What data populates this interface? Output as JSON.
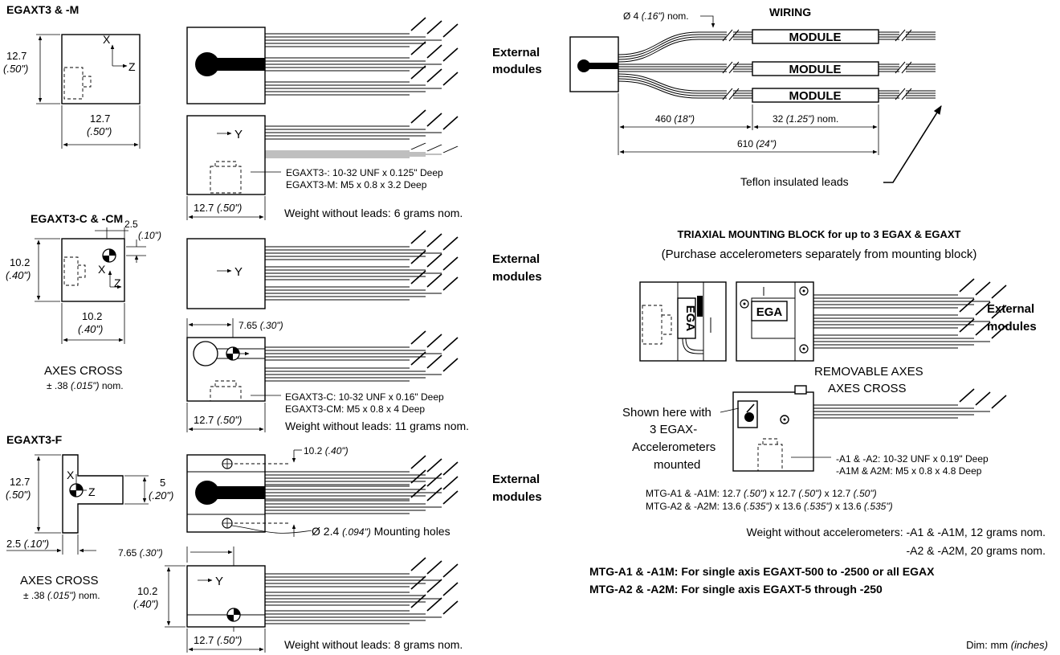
{
  "m": {
    "title": "EGAXT3 & -M",
    "dim_h": "12.7",
    "dim_h_in": "(.50\")",
    "dim_w": "12.7",
    "dim_w_in": "(.50\")",
    "ax_x": "X",
    "ax_z": "Z",
    "ax_y": "Y",
    "ext1": "External",
    "ext2": "modules",
    "bot_w": "12.7",
    "bot_w_in": "(.50\")",
    "thread1": "EGAXT3-: 10-32 UNF x 0.125\" Deep",
    "thread2": "EGAXT3-M: M5 x 0.8 x 3.2 Deep",
    "weight": "Weight without leads: 6 grams nom."
  },
  "c": {
    "title": "EGAXT3-C & -CM",
    "dim_off": "2.5",
    "dim_off_in": "(.10\")",
    "dim_h": "10.2",
    "dim_h_in": "(.40\")",
    "dim_w": "10.2",
    "dim_w_in": "(.40\")",
    "ax_x": "X",
    "ax_z": "Z",
    "ax_y": "Y",
    "axes1": "AXES CROSS",
    "axes2_pre": "± .38 ",
    "axes2_in": "(.015\")",
    "axes2_post": " nom.",
    "ext1": "External",
    "ext2": "modules",
    "dim_ctr": "7.65",
    "dim_ctr_in": "(.30\")",
    "bot_w": "12.7",
    "bot_w_in": "(.50\")",
    "thread1": "EGAXT3-C: 10-32 UNF x 0.16\" Deep",
    "thread2": "EGAXT3-CM: M5 x 0.8 x 4 Deep",
    "weight": "Weight without leads: 11 grams nom."
  },
  "f": {
    "title": "EGAXT3-F",
    "dim_h": "12.7",
    "dim_h_in": "(.50\")",
    "dim_5": "5",
    "dim_5_in": "(.20\")",
    "dim_t": "2.5",
    "dim_t_in": "(.10\")",
    "ax_x": "X",
    "ax_z": "Z",
    "ax_y": "Y",
    "axes1": "AXES CROSS",
    "axes2_pre": "± .38 ",
    "axes2_in": "(.015\")",
    "axes2_post": " nom.",
    "hole_sp": "10.2",
    "hole_sp_in": "(.40\")",
    "holes_pre": "Ø 2.4 ",
    "holes_in": "(.094\")",
    "holes_post": " Mounting holes",
    "ext1": "External",
    "ext2": "modules",
    "dim_ctr": "7.65",
    "dim_ctr_in": "(.30\")",
    "dim_side": "10.2",
    "dim_side_in": "(.40\")",
    "bot_w": "12.7",
    "bot_w_in": "(.50\")",
    "weight": "Weight without leads: 8 grams nom."
  },
  "wiring": {
    "title": "WIRING",
    "dia_pre": "Ø 4 ",
    "dia_in": "(.16\")",
    "dia_post": " nom.",
    "module": "MODULE",
    "d460": "460 ",
    "d460_in": "(18\")",
    "d32": "32 ",
    "d32_in": "(1.25\")",
    "d32_post": " nom.",
    "d610": "610 ",
    "d610_in": "(24\")",
    "teflon": "Teflon insulated leads"
  },
  "block": {
    "title": "TRIAXIAL MOUNTING BLOCK for up to 3 EGAX & EGAXT",
    "subtitle": "(Purchase accelerometers separately from mounting block)",
    "ega": "EGA",
    "ext1": "External",
    "ext2": "modules",
    "rem1": "REMOVABLE AXES",
    "rem2": "AXES CROSS",
    "shown1": "Shown here with",
    "shown2": "3 EGAX-",
    "shown3": "Accelerometers",
    "shown4": "mounted",
    "thread1": "-A1 & -A2: 10-32 UNF x 0.19\" Deep",
    "thread2": "-A1M & A2M: M5 x 0.8 x 4.8 Deep",
    "mtg1_a": "MTG-A1 & -A1M: 12.7 ",
    "mtg1_b": "(.50\")",
    "mtg1_c": " x 12.7 ",
    "mtg1_d": "(.50\")",
    "mtg1_e": " x 12.7 ",
    "mtg1_f": "(.50\")",
    "mtg2_a": "MTG-A2 & -A2M: 13.6 ",
    "mtg2_b": "(.535\")",
    "mtg2_c": " x 13.6 ",
    "mtg2_d": "(.535\")",
    "mtg2_e": " x 13.6 ",
    "mtg2_f": "(.535\")",
    "weight1": "Weight without accelerometers: -A1 & -A1M, 12 grams nom.",
    "weight2": "-A2 & -A2M, 20 grams nom.",
    "note1": "MTG-A1 & -A1M: For single axis EGAXT-500 to -2500 or all EGAX",
    "note2": "MTG-A2 & -A2M: For single axis EGAXT-5 through -250"
  },
  "footer": {
    "dim_pre": "Dim: mm ",
    "dim_in": "(inches)"
  }
}
